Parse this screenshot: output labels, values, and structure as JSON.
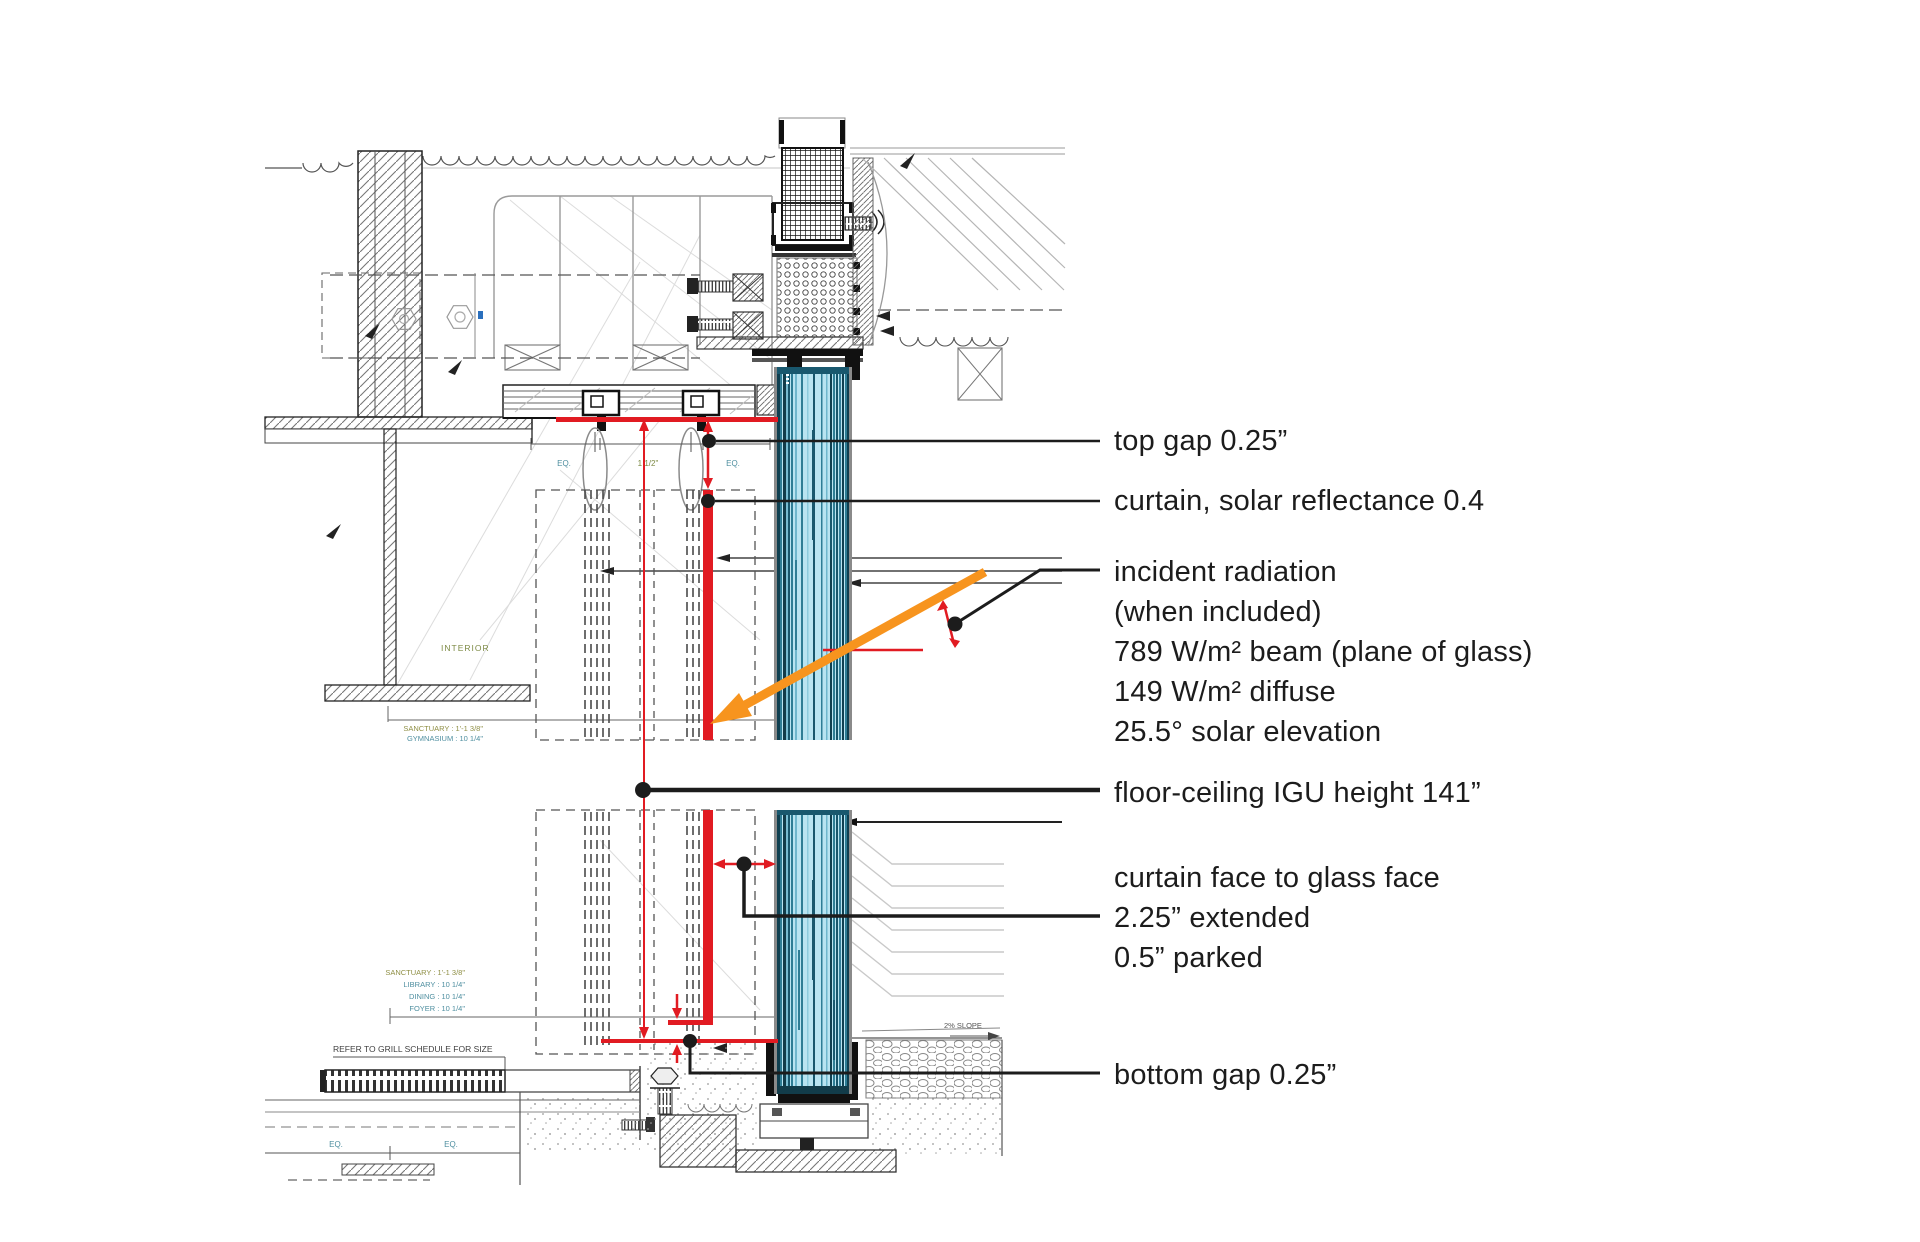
{
  "figure": {
    "type": "annotated-architectural-section",
    "colors": {
      "annotation_red": "#e11b22",
      "incident_orange": "#f7941e",
      "glass_light": "#b9e4f1",
      "glass_dark": "#0f3f50",
      "leader_black": "#1c1c1c"
    },
    "annotations": {
      "top_gap": "top gap 0.25”",
      "curtain_reflectance": "curtain, solar reflectance 0.4",
      "incident_radiation": {
        "lines": [
          "incident radiation",
          "(when included)",
          "789 W/m² beam (plane of glass)",
          "149 W/m² diffuse",
          "25.5° solar elevation"
        ]
      },
      "igu_height": "floor-ceiling IGU height 141”",
      "curtain_face": {
        "lines": [
          "curtain face to glass face",
          "2.25” extended",
          "0.5” parked"
        ]
      },
      "bottom_gap": "bottom gap 0.25”"
    },
    "cad_labels": {
      "interior": "INTERIOR",
      "ceiling_dims": [
        "SANCTUARY : 1'-1 3/8\"",
        "GYMNASIUM :  10 1/4\""
      ],
      "floor_dims": [
        "SANCTUARY : 1'-1 3/8\"",
        "LIBRARY :  10 1/4\"",
        "DINING :  10 1/4\"",
        "FOYER :  10 1/4\""
      ],
      "grill_note": "REFER TO GRILL SCHEDULE FOR SIZE",
      "eq": "EQ.",
      "dim_center": "1 1/2\"",
      "slope": "2% SLOPE"
    }
  }
}
